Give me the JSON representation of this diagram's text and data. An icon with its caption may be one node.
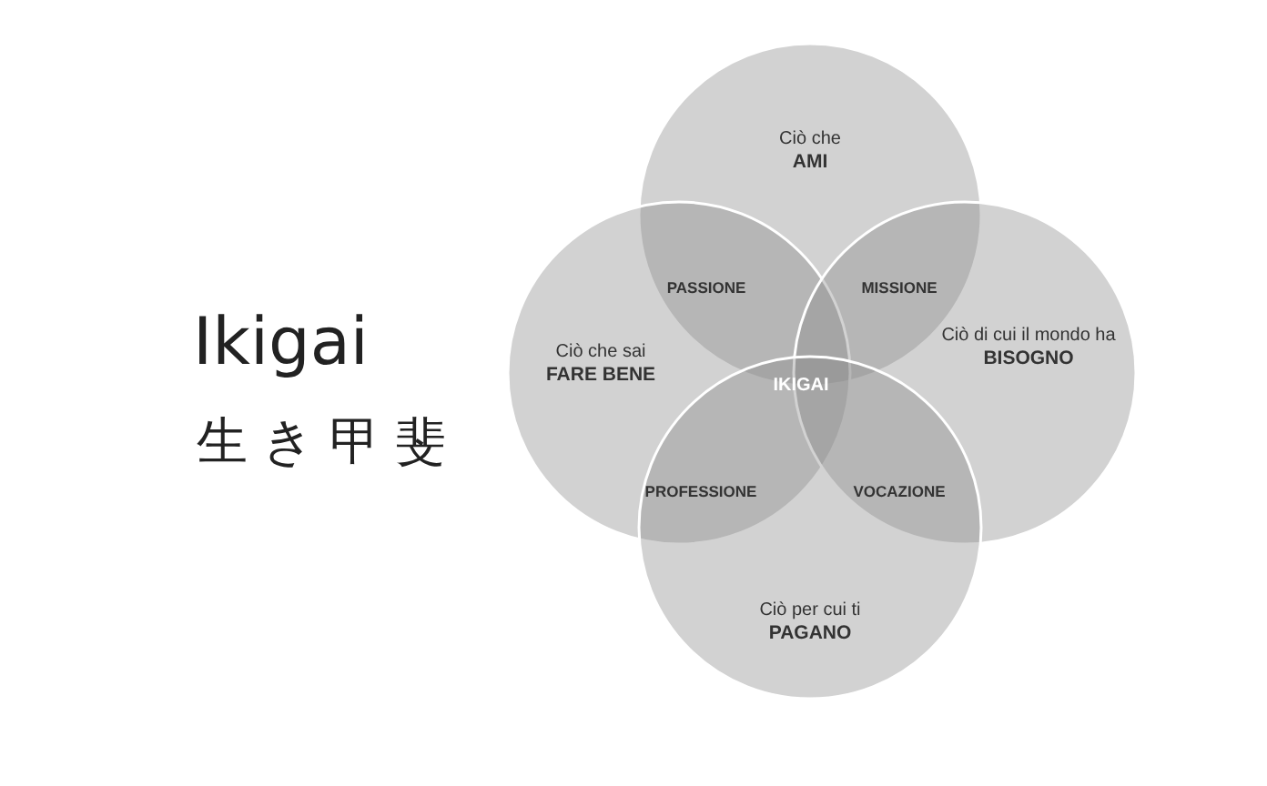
{
  "diagram": {
    "title": "Ikigai",
    "nodes": [
      {
        "text": [
          "Ciò che",
          "AMI"
        ]
      },
      {
        "text": [
          "Ciò che sai",
          "FARE BENE"
        ]
      },
      {
        "text": [
          "Ciò di cui il mondo ha",
          "BISOGNO"
        ]
      },
      {
        "text": [
          "Ciò per cui ti",
          "PAGANO"
        ]
      }
    ],
    "edges": [],
    "labels": [
      "生き甲斐",
      "PASSIONE",
      "MISSIONE",
      "IKIGAI",
      "PROFESSIONE",
      "VOCAZIONE"
    ]
  }
}
